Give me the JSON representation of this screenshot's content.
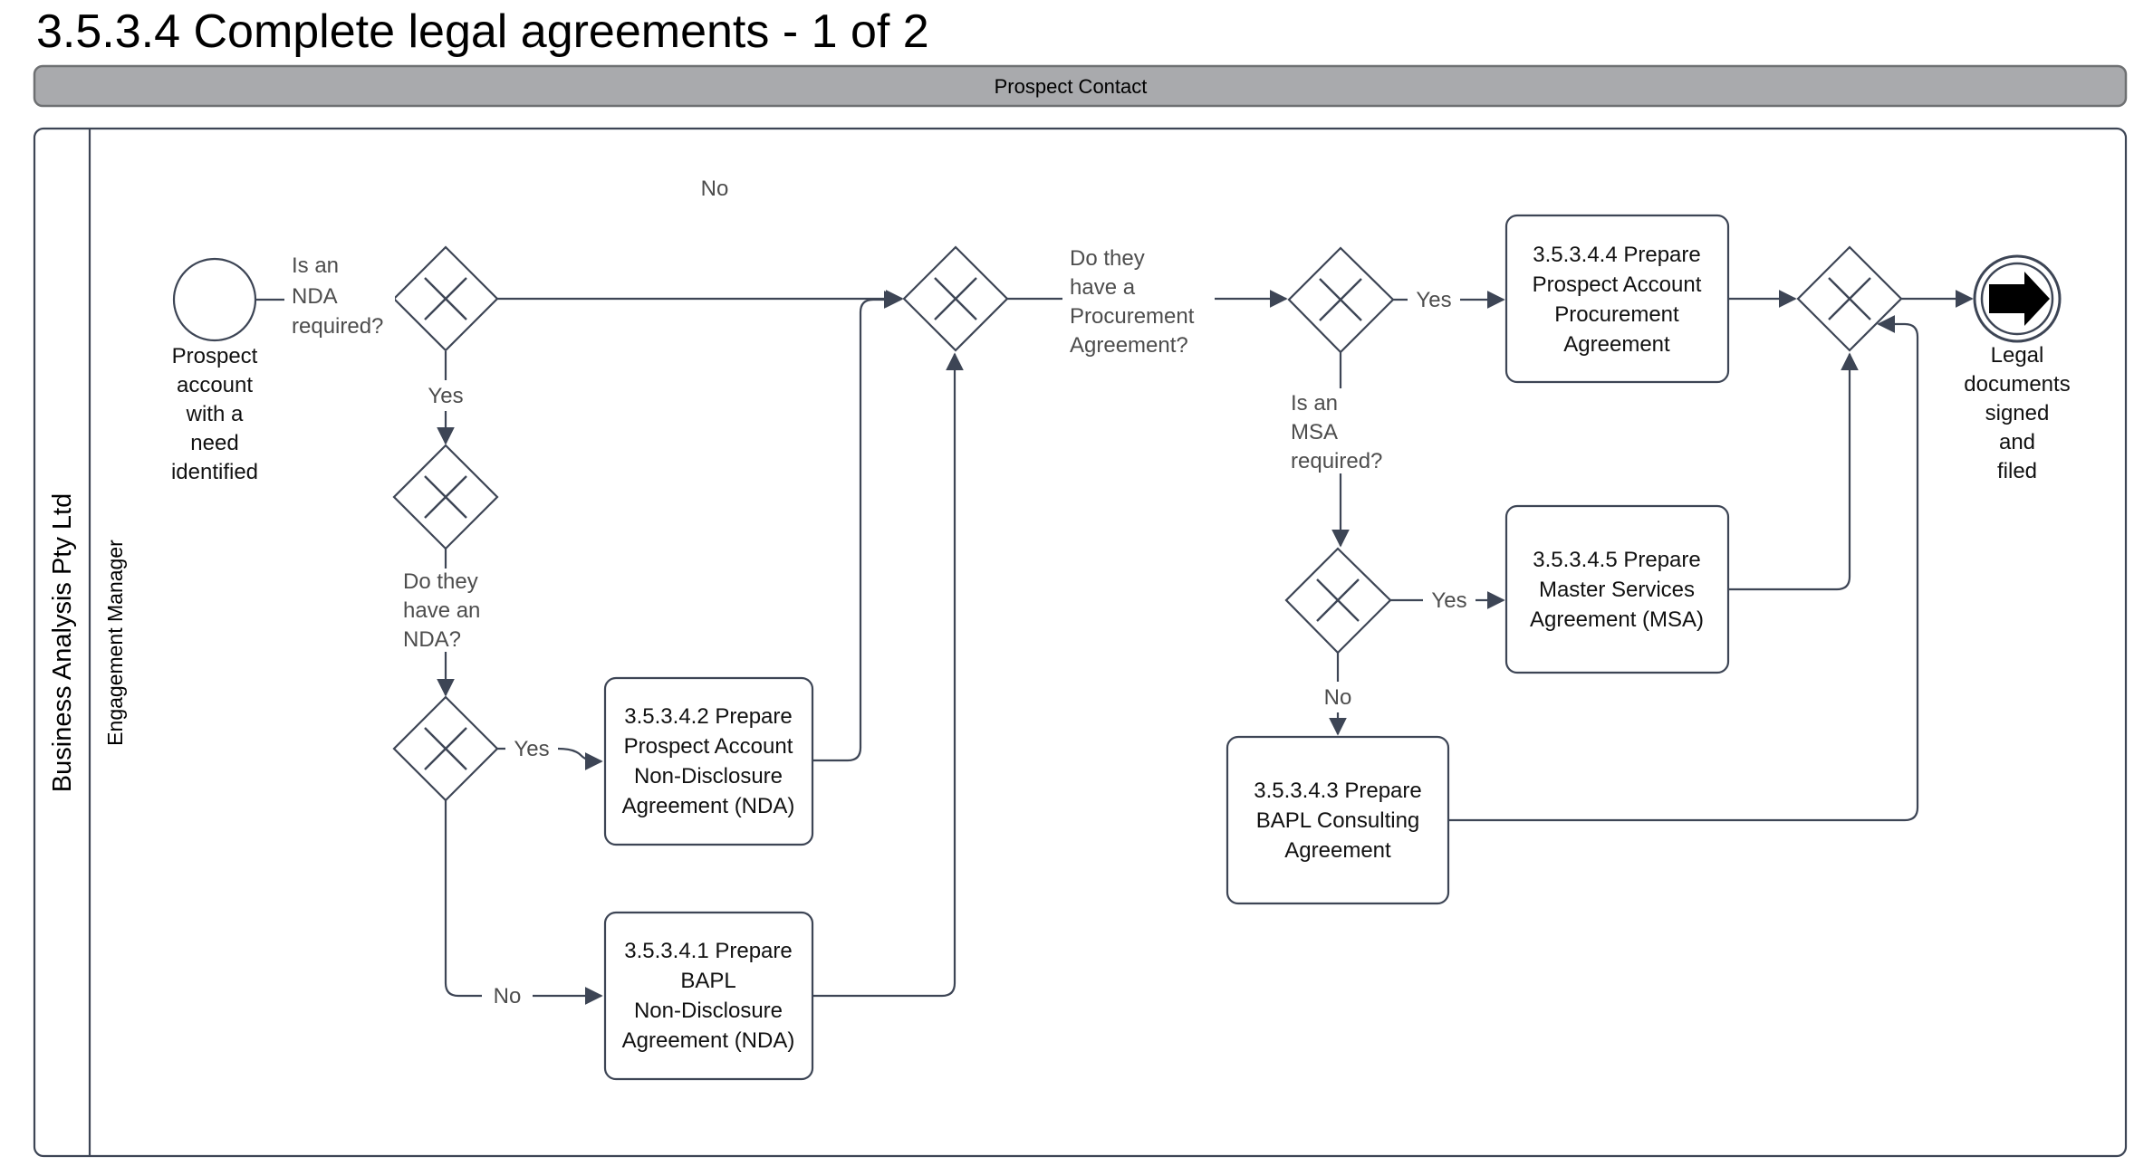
{
  "title": "3.5.3.4 Complete legal agreements - 1 of 2",
  "pool": {
    "header": "Prospect Contact",
    "lane_org": "Business Analysis Pty Ltd",
    "lane_role": "Engagement Manager"
  },
  "events": {
    "start_label_lines": [
      "Prospect",
      "account",
      "with a",
      "need",
      "identified"
    ],
    "end_label_lines": [
      "Legal",
      "documents",
      "signed",
      "and",
      "filed"
    ]
  },
  "tasks": {
    "prepare_prospect_nda": {
      "lines": [
        "3.5.3.4.2 Prepare",
        "Prospect Account",
        "Non-Disclosure",
        "Agreement (NDA)"
      ]
    },
    "prepare_bapl_nda": {
      "lines": [
        "3.5.3.4.1 Prepare",
        "BAPL",
        "Non-Disclosure",
        "Agreement (NDA)"
      ]
    },
    "prepare_procurement": {
      "lines": [
        "3.5.3.4.4 Prepare",
        "Prospect Account",
        "Procurement",
        "Agreement"
      ]
    },
    "prepare_msa": {
      "lines": [
        "3.5.3.4.5 Prepare",
        "Master Services",
        "Agreement (MSA)"
      ]
    },
    "prepare_consulting": {
      "lines": [
        "3.5.3.4.3 Prepare",
        "BAPL Consulting",
        "Agreement"
      ]
    }
  },
  "labels": {
    "q_nda": [
      "Is an",
      "NDA",
      "required?"
    ],
    "q_have_nda": [
      "Do they",
      "have an",
      "NDA?"
    ],
    "q_procurement": [
      "Do they",
      "have a",
      "Procurement",
      "Agreement?"
    ],
    "q_msa": [
      "Is an",
      "MSA",
      "required?"
    ],
    "no_nda_required": "No",
    "yes_nda_required": "Yes",
    "yes_have_nda": "Yes",
    "no_have_nda": "No",
    "yes_procurement": "Yes",
    "yes_msa": "Yes",
    "no_msa": "No"
  },
  "colors": {
    "line": "#3d4555",
    "edge_label": "#4d4d4d",
    "text": "#111111",
    "header_fill": "#a9aaad",
    "header_border": "#6e7072"
  }
}
